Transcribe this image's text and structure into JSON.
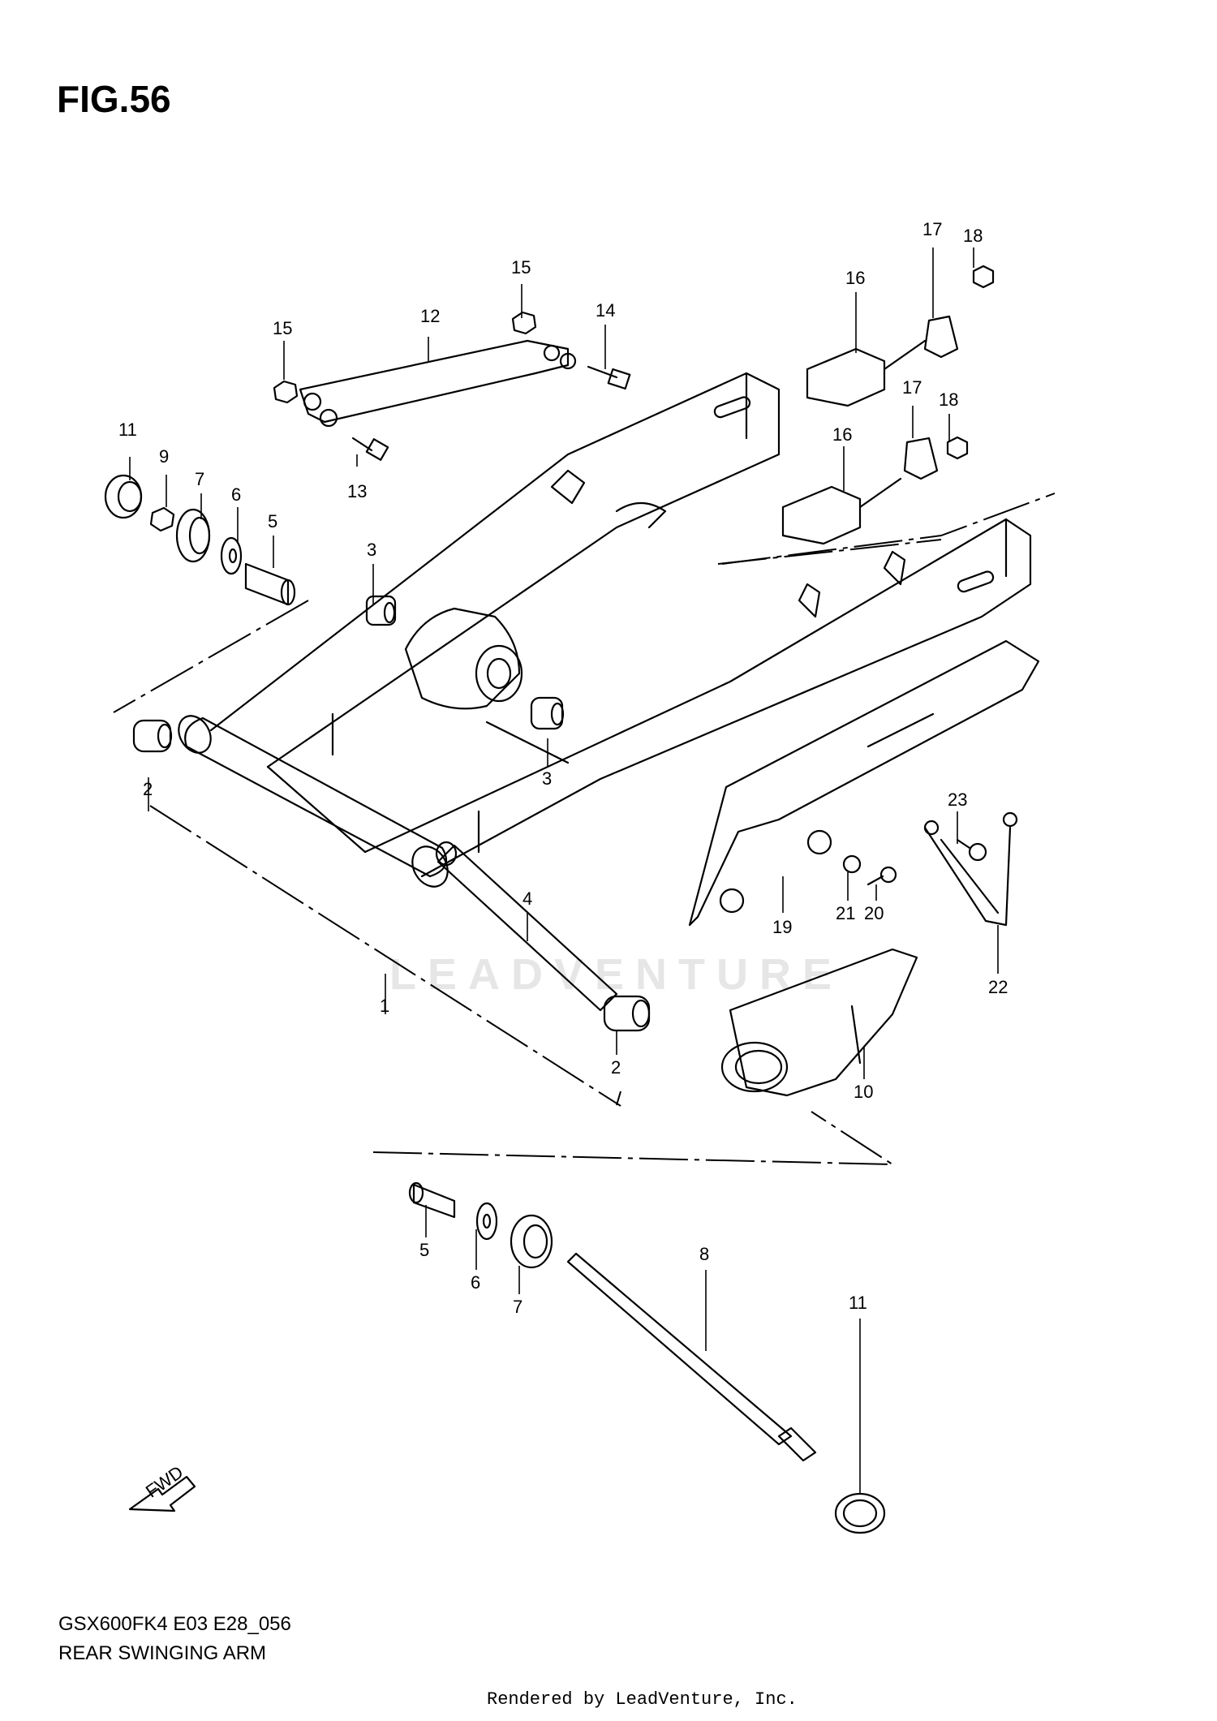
{
  "figure": {
    "title": "FIG.56"
  },
  "parts": [
    {
      "number": "1"
    },
    {
      "number": "2"
    },
    {
      "number": "2"
    },
    {
      "number": "3"
    },
    {
      "number": "3"
    },
    {
      "number": "4"
    },
    {
      "number": "5"
    },
    {
      "number": "5"
    },
    {
      "number": "6"
    },
    {
      "number": "6"
    },
    {
      "number": "7"
    },
    {
      "number": "7"
    },
    {
      "number": "8"
    },
    {
      "number": "9"
    },
    {
      "number": "10"
    },
    {
      "number": "11"
    },
    {
      "number": "11"
    },
    {
      "number": "12"
    },
    {
      "number": "13"
    },
    {
      "number": "14"
    },
    {
      "number": "15"
    },
    {
      "number": "15"
    },
    {
      "number": "16"
    },
    {
      "number": "16"
    },
    {
      "number": "17"
    },
    {
      "number": "17"
    },
    {
      "number": "18"
    },
    {
      "number": "18"
    },
    {
      "number": "19"
    },
    {
      "number": "20"
    },
    {
      "number": "21"
    },
    {
      "number": "22"
    },
    {
      "number": "23"
    }
  ],
  "fwd_label": "FWD",
  "watermark": "LEADVENTURE",
  "footer": {
    "model_code": "GSX600FK4 E03 E28_056",
    "diagram_name": "REAR SWINGING ARM",
    "rendered_by": "Rendered by LeadVenture, Inc."
  }
}
